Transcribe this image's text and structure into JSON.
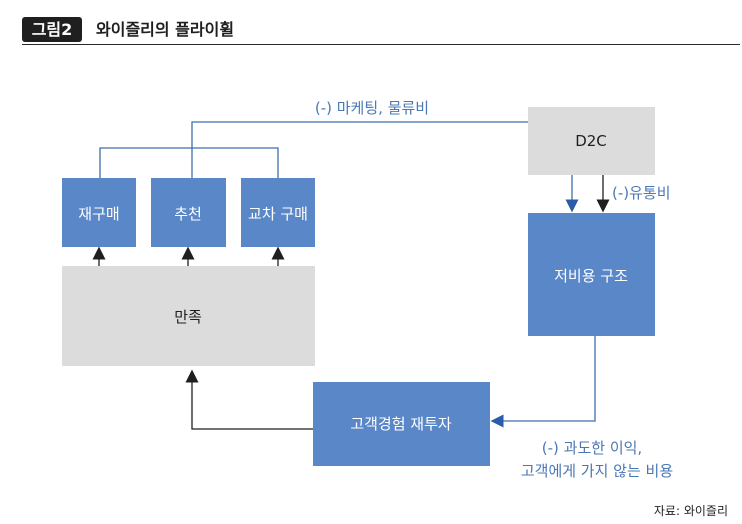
{
  "header": {
    "badge": "그림2",
    "title": "와이즐리의 플라이휠"
  },
  "nodes": {
    "d2c": "D2C",
    "repurchase": "재구매",
    "recommend": "추천",
    "switch_purchase": "교차 구매",
    "satisfaction": "만족",
    "low_cost": "저비용 구조",
    "reinvest": "고객경험 재투자"
  },
  "edge_labels": {
    "marketing": "(-) 마케팅, 물류비",
    "distribution": "(-)유통비",
    "excess_line1": "(-) 과도한 이익,",
    "excess_line2": "고객에게 가지 않는 비용"
  },
  "footer": {
    "source": "자료: 와이즐리"
  },
  "colors": {
    "box_blue": "#5a87c8",
    "box_gray": "#dcdcdc",
    "label_blue": "#4a78b5",
    "line_blue": "#3e6fae"
  }
}
